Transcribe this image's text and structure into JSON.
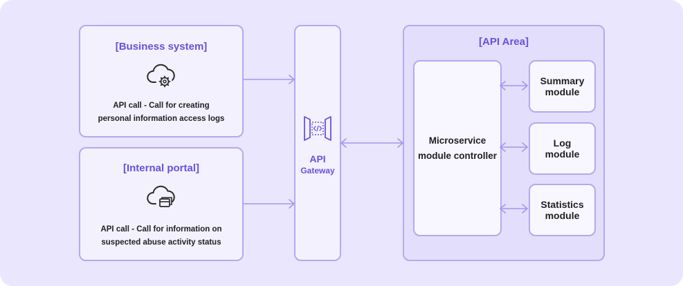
{
  "business": {
    "title": "[Business system]",
    "desc_line1": "API call - Call for creating",
    "desc_line2": "personal information access logs",
    "icon": "cloud-gear-icon"
  },
  "portal": {
    "title": "[Internal portal]",
    "desc_line1": "API call - Call for information on",
    "desc_line2": "suspected abuse activity status",
    "icon": "cloud-window-icon"
  },
  "gateway": {
    "line1": "API",
    "line2": "Gateway",
    "icon": "api-gateway-icon"
  },
  "api_area": {
    "title": "[API Area]",
    "controller_line1": "Microservice",
    "controller_line2": "module controller",
    "modules": [
      {
        "line1": "Summary",
        "line2": "module"
      },
      {
        "line1": "Log",
        "line2": "module"
      },
      {
        "line1": "Statistics",
        "line2": "module"
      }
    ]
  },
  "colors": {
    "background": "#e9e6fd",
    "box_fill": "#f3f1fe",
    "border": "#b4a9f0",
    "accent": "#6553dc",
    "arrow": "#a596f0"
  }
}
